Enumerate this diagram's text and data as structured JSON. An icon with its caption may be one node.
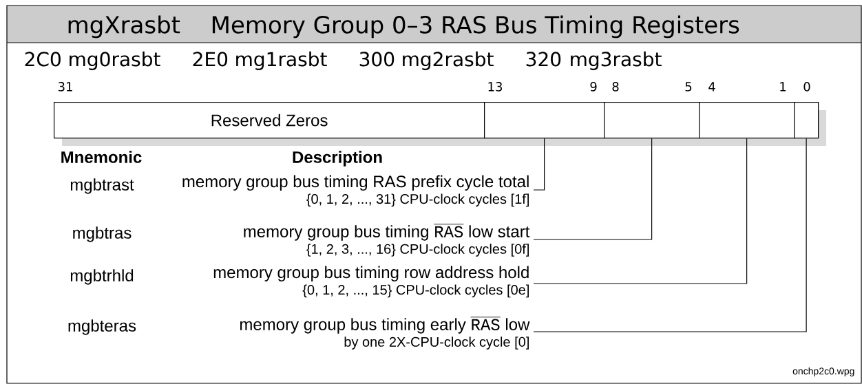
{
  "diagram": {
    "title": "Memory Group 0–3 RAS Bus Timing Registers",
    "nodes": [
      {
        "text": [
          "Reserved Zeros"
        ]
      },
      {
        "text": [],
        "shape": "box"
      },
      {
        "text": [],
        "shape": "box"
      },
      {
        "text": [],
        "shape": "box"
      },
      {
        "text": [],
        "shape": "box"
      },
      {
        "text": [
          "memory group bus timing RAS prefix cycle total",
          "{0, 1, 2, ..., 31} CPU-clock cycles [1f]"
        ]
      },
      {
        "text": [
          "memory group bus timing",
          "RAS",
          "low start",
          "{1, 2, 3, ..., 16} CPU-clock cycles [0f]"
        ]
      },
      {
        "text": [
          "memory group bus timing row address hold",
          "{0, 1, 2, ..., 15} CPU-clock cycles [0e]"
        ]
      },
      {
        "text": [
          "memory group bus timing early",
          "RAS",
          "low",
          "by one 2X-CPU-clock cycle [0]"
        ]
      }
    ],
    "edges": [
      {
        "from": 5,
        "to": 1,
        "arrow": "none"
      },
      {
        "from": 6,
        "to": 2,
        "arrow": "none"
      },
      {
        "from": 7,
        "to": 3,
        "arrow": "none"
      },
      {
        "from": 8,
        "to": 4,
        "arrow": "none"
      }
    ],
    "labels": [
      "mgXrasbt",
      "2C0",
      "mg0rasbt",
      "2E0",
      "mg1rasbt",
      "300",
      "mg2rasbt",
      "320",
      "mg3rasbt",
      "31",
      "13",
      "9",
      "8",
      "5",
      "4",
      "1",
      "0",
      "Mnemonic",
      "Description",
      "mgbtrast",
      "mgbtras",
      "mgbtrhld",
      "mgbteras",
      "onchp2c0.wpg"
    ]
  }
}
